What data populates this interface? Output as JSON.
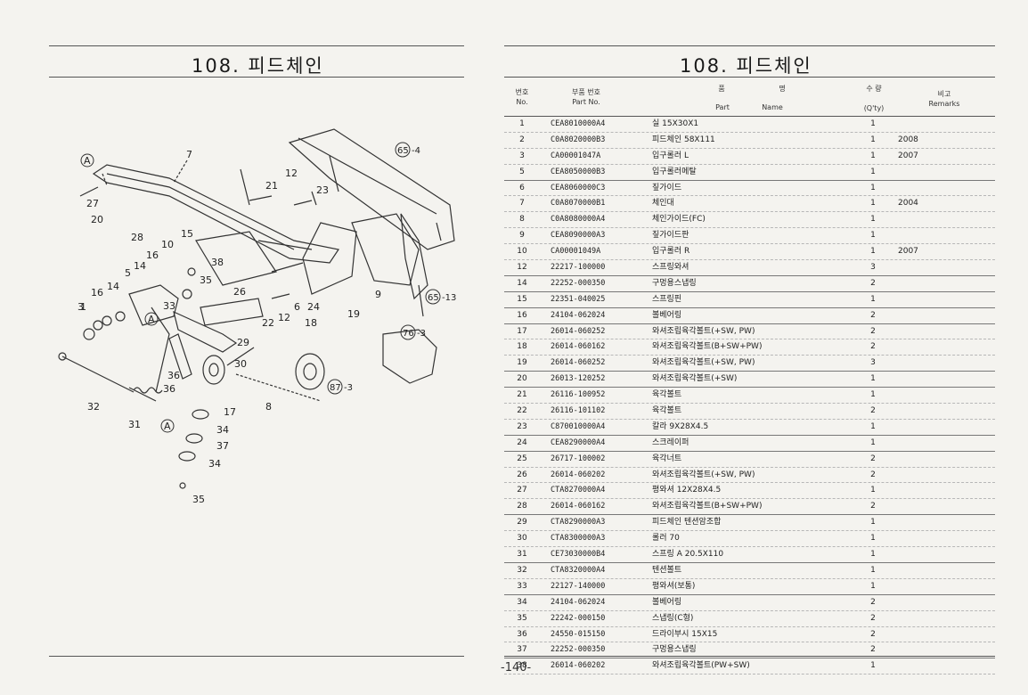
{
  "title_left": "108. 피드체인",
  "title_right": "108. 피드체인",
  "page_number": "-140-",
  "table_header": {
    "no_kr": "번호",
    "no_en": "No.",
    "part_kr": "부품 번호",
    "part_en": "Part No.",
    "name_kr_1": "품",
    "name_kr_2": "명",
    "name_en_1": "Part",
    "name_en_2": "Name",
    "qty_kr": "수 량",
    "qty_en": "(Q'ty)",
    "remarks_kr": "비고",
    "remarks_en": "Remarks"
  },
  "parts": [
    {
      "no": "1",
      "part": "CEA8010000A4",
      "name": "실 15X30X1",
      "qty": "1",
      "remarks": ""
    },
    {
      "no": "2",
      "part": "C0A8020000B3",
      "name": "피드체인 58X111",
      "qty": "1",
      "remarks": "2008"
    },
    {
      "no": "3",
      "part": "CA00001047A",
      "name": "입구롤러 L",
      "qty": "1",
      "remarks": "2007"
    },
    {
      "no": "5",
      "part": "CEA8050000B3",
      "name": "입구롤러메탈",
      "qty": "1",
      "remarks": ""
    },
    {
      "no": "6",
      "part": "CEA8060000C3",
      "name": "짚가이드",
      "qty": "1",
      "remarks": ""
    },
    {
      "no": "7",
      "part": "C0A8070000B1",
      "name": "체인대",
      "qty": "1",
      "remarks": "2004"
    },
    {
      "no": "8",
      "part": "C0A8080000A4",
      "name": "체인가이드(FC)",
      "qty": "1",
      "remarks": ""
    },
    {
      "no": "9",
      "part": "CEA8090000A3",
      "name": "짚가이드판",
      "qty": "1",
      "remarks": ""
    },
    {
      "no": "10",
      "part": "CA00001049A",
      "name": "입구롤러 R",
      "qty": "1",
      "remarks": "2007"
    },
    {
      "no": "12",
      "part": "22217-100000",
      "name": "스프링와셔",
      "qty": "3",
      "remarks": ""
    },
    {
      "no": "14",
      "part": "22252-000350",
      "name": "구멍용스냅링",
      "qty": "2",
      "remarks": ""
    },
    {
      "no": "15",
      "part": "22351-040025",
      "name": "스프링핀",
      "qty": "1",
      "remarks": ""
    },
    {
      "no": "16",
      "part": "24104-062024",
      "name": "볼베어링",
      "qty": "2",
      "remarks": ""
    },
    {
      "no": "17",
      "part": "26014-060252",
      "name": "와셔조립육각볼트(+SW, PW)",
      "qty": "2",
      "remarks": ""
    },
    {
      "no": "18",
      "part": "26014-060162",
      "name": "와셔조립육각볼트(B+SW+PW)",
      "qty": "2",
      "remarks": ""
    },
    {
      "no": "19",
      "part": "26014-060252",
      "name": "와셔조립육각볼트(+SW, PW)",
      "qty": "3",
      "remarks": ""
    },
    {
      "no": "20",
      "part": "26013-120252",
      "name": "와셔조립육각볼트(+SW)",
      "qty": "1",
      "remarks": ""
    },
    {
      "no": "21",
      "part": "26116-100952",
      "name": "육각볼트",
      "qty": "1",
      "remarks": ""
    },
    {
      "no": "22",
      "part": "26116-101102",
      "name": "육각볼트",
      "qty": "2",
      "remarks": ""
    },
    {
      "no": "23",
      "part": "C870010000A4",
      "name": "칼라 9X28X4.5",
      "qty": "1",
      "remarks": ""
    },
    {
      "no": "24",
      "part": "CEA8290000A4",
      "name": "스크레이퍼",
      "qty": "1",
      "remarks": ""
    },
    {
      "no": "25",
      "part": "26717-100002",
      "name": "육각너트",
      "qty": "2",
      "remarks": ""
    },
    {
      "no": "26",
      "part": "26014-060202",
      "name": "와셔조립육각볼트(+SW, PW)",
      "qty": "2",
      "remarks": ""
    },
    {
      "no": "27",
      "part": "CTA8270000A4",
      "name": "평와셔 12X28X4.5",
      "qty": "1",
      "remarks": ""
    },
    {
      "no": "28",
      "part": "26014-060162",
      "name": "와셔조립육각볼트(B+SW+PW)",
      "qty": "2",
      "remarks": ""
    },
    {
      "no": "29",
      "part": "CTA8290000A3",
      "name": "피드체인 텐션암조합",
      "qty": "1",
      "remarks": ""
    },
    {
      "no": "30",
      "part": "CTA8300000A3",
      "name": "롤러 70",
      "qty": "1",
      "remarks": ""
    },
    {
      "no": "31",
      "part": "CE73030000B4",
      "name": "스프링 A 20.5X110",
      "qty": "1",
      "remarks": ""
    },
    {
      "no": "32",
      "part": "CTA8320000A4",
      "name": "텐션볼트",
      "qty": "1",
      "remarks": ""
    },
    {
      "no": "33",
      "part": "22127-140000",
      "name": "평와셔(보통)",
      "qty": "1",
      "remarks": ""
    },
    {
      "no": "34",
      "part": "24104-062024",
      "name": "볼베어링",
      "qty": "2",
      "remarks": ""
    },
    {
      "no": "35",
      "part": "22242-000150",
      "name": "스냅링(C형)",
      "qty": "2",
      "remarks": ""
    },
    {
      "no": "36",
      "part": "24550-015150",
      "name": "드라이부시 15X15",
      "qty": "2",
      "remarks": ""
    },
    {
      "no": "37",
      "part": "22252-000350",
      "name": "구멍용스냅링",
      "qty": "2",
      "remarks": ""
    },
    {
      "no": "38",
      "part": "26014-060202",
      "name": "와셔조립육각볼트(PW+SW)",
      "qty": "1",
      "remarks": ""
    }
  ],
  "diagram": {
    "callouts": [
      "A",
      "7",
      "12",
      "21",
      "23",
      "27",
      "20",
      "28",
      "15",
      "10",
      "38",
      "16",
      "35",
      "5",
      "14",
      "26",
      "1",
      "16",
      "14",
      "3",
      "6",
      "24",
      "22",
      "12",
      "18",
      "19",
      "33",
      "9",
      "A",
      "29",
      "36",
      "30",
      "36",
      "32",
      "31",
      "A",
      "17",
      "8",
      "34",
      "37",
      "34",
      "35"
    ],
    "refs": [
      "65",
      "-4",
      "65",
      "-13",
      "76",
      "-3",
      "87",
      "-3"
    ]
  }
}
